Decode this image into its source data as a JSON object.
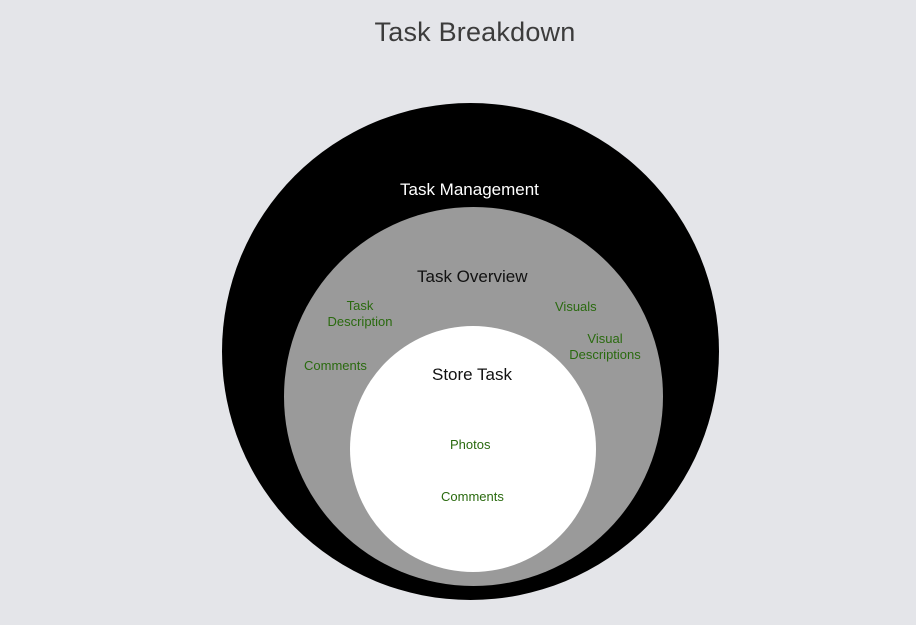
{
  "title": "Task Breakdown",
  "colors": {
    "background": "#e4e5e9",
    "outer_fill": "#000000",
    "middle_fill": "#9a9a9a",
    "inner_fill": "#ffffff",
    "outer_label": "#ffffff",
    "middle_label": "#111111",
    "inner_label": "#111111",
    "item_text": "#2a6a0f"
  },
  "diagram": {
    "outer": {
      "label": "Task Management"
    },
    "middle": {
      "label": "Task Overview",
      "items": [
        "Task Description",
        "Comments",
        "Visuals",
        "Visual Descriptions"
      ]
    },
    "inner": {
      "label": "Store Task",
      "items": [
        "Photos",
        "Comments"
      ]
    }
  }
}
